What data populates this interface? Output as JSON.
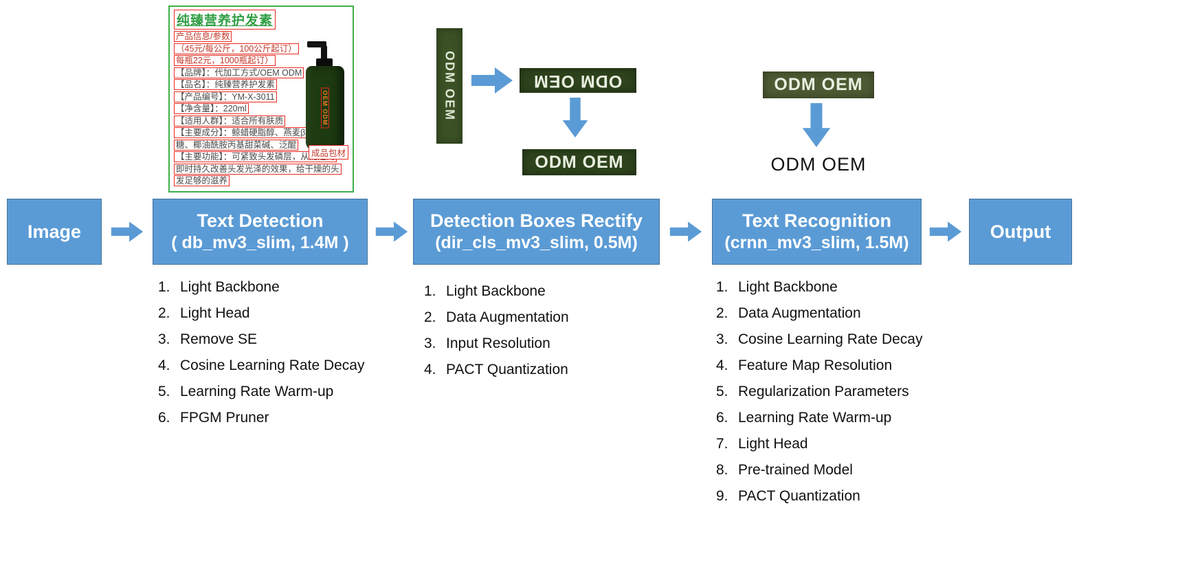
{
  "colors": {
    "accent-blue": "#5b9bd5",
    "box-border": "#41719c",
    "dark-green": "#2e431d",
    "mid-green": "#3c5226",
    "olive-green": "#4e5a33",
    "detect-red": "#e8291f",
    "card-green": "#3fae49",
    "title-green": "#2f9e44"
  },
  "product_card": {
    "title": "纯臻营养护发素",
    "lines": [
      {
        "text": "产品信息/参数",
        "c": "red"
      },
      {
        "text": "（45元/每公斤，100公斤起订）",
        "c": "red"
      },
      {
        "text": "每瓶22元，1000瓶起订）",
        "c": "red"
      },
      {
        "text": "【品牌】：代加工方式/OEM ODM",
        "c": "dark"
      },
      {
        "text": "【品名】：纯臻营养护发素",
        "c": "dark"
      },
      {
        "text": "【产品编号】：YM-X-3011",
        "c": "dark"
      },
      {
        "text": "【净含量】：220ml",
        "c": "dark"
      },
      {
        "text": "【适用人群】：适合所有肤质",
        "c": "dark"
      },
      {
        "text": "【主要成分】：鲸蜡硬脂醇、燕麦β-葡聚",
        "c": "dark"
      },
      {
        "text": "糖、椰油酰胺丙基甜菜碱、泛醌",
        "c": "dark"
      },
      {
        "text": "【主要功能】：可紧致头发磷层，从而达到",
        "c": "dark"
      },
      {
        "text": "即时持久改善头发光泽的效果，给干燥的头",
        "c": "dark"
      },
      {
        "text": "发足够的滋养",
        "c": "dark"
      }
    ],
    "side_label": "成品包材",
    "bottle_label": "OEM ODM"
  },
  "rotate_demo": {
    "vertical_text": "ODM OEM",
    "flipped_text": "ODM OEM",
    "rectified_text": "ODM OEM"
  },
  "recognition_demo": {
    "image_text": "ODM OEM",
    "result_text": "ODM OEM"
  },
  "flow": {
    "image_label": "Image",
    "detection_label": "Text Detection",
    "detection_sublabel": "( db_mv3_slim, 1.4M )",
    "rectify_label": "Detection Boxes Rectify",
    "rectify_sublabel": "(dir_cls_mv3_slim, 0.5M)",
    "recognition_label": "Text Recognition",
    "recognition_sublabel": "(crnn_mv3_slim, 1.5M)",
    "output_label": "Output"
  },
  "lists": {
    "detection": [
      {
        "n": "1.",
        "text": "Light Backbone"
      },
      {
        "n": "2.",
        "text": "Light Head"
      },
      {
        "n": "3.",
        "text": "Remove SE"
      },
      {
        "n": "4.",
        "text": "Cosine Learning Rate Decay"
      },
      {
        "n": "5.",
        "text": "Learning Rate Warm-up"
      },
      {
        "n": "6.",
        "text": "FPGM Pruner"
      }
    ],
    "rectify": [
      {
        "n": "1.",
        "text": "Light Backbone"
      },
      {
        "n": "2.",
        "text": "Data Augmentation"
      },
      {
        "n": "3.",
        "text": "Input Resolution"
      },
      {
        "n": "4.",
        "text": "PACT Quantization"
      }
    ],
    "recognition": [
      {
        "n": "1.",
        "text": "Light Backbone"
      },
      {
        "n": "2.",
        "text": "Data Augmentation"
      },
      {
        "n": "3.",
        "text": "Cosine Learning Rate Decay"
      },
      {
        "n": "4.",
        "text": "Feature Map Resolution"
      },
      {
        "n": "5.",
        "text": "Regularization Parameters"
      },
      {
        "n": "6.",
        "text": "Learning Rate Warm-up"
      },
      {
        "n": "7.",
        "text": "Light Head"
      },
      {
        "n": "8.",
        "text": "Pre-trained Model"
      },
      {
        "n": "9.",
        "text": "PACT Quantization"
      }
    ]
  }
}
